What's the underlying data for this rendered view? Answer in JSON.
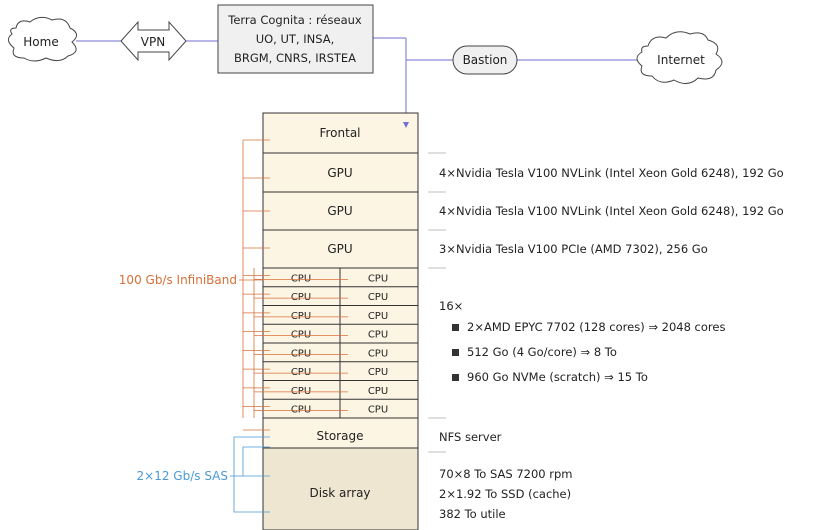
{
  "network": {
    "home": "Home",
    "vpn": "VPN",
    "terra_line1": "Terra Cognita : réseaux",
    "terra_line2": "UO, UT, INSA,",
    "terra_line3": "BRGM, CNRS, IRSTEA",
    "bastion": "Bastion",
    "internet": "Internet"
  },
  "rack": {
    "frontal": "Frontal",
    "gpu_label": "GPU",
    "cpu_label": "CPU",
    "cpu_rows": 8,
    "storage": "Storage",
    "disk_array": "Disk array"
  },
  "links": {
    "infiniband": "100 Gb/s InfiniBand",
    "sas": "2×12 Gb/s SAS"
  },
  "specs": {
    "gpu1": "4×Nvidia Tesla V100 NVLink (Intel Xeon Gold 6248), 192 Go",
    "gpu2": "4×Nvidia Tesla V100 NVLink (Intel Xeon Gold 6248), 192 Go",
    "gpu3": "3×Nvidia Tesla V100 PCIe (AMD 7302), 256 Go",
    "cpu_count": "16×",
    "cpu_items": [
      "2×AMD EPYC 7702 (128 cores) ⇒ 2048 cores",
      "512 Go (4 Go/core) ⇒ 8 To",
      "960 Go NVMe (scratch) ⇒ 15 To"
    ],
    "storage": "NFS server",
    "disk_lines": [
      "70×8 To SAS 7200 rpm",
      "2×1.92 To SSD (cache)",
      "382 To utile"
    ]
  },
  "colors": {
    "rack_fill": "#fdf5e4",
    "disk_fill": "#efe6d2",
    "network_line": "#6f6fd6",
    "infiniband": "#d8703a",
    "sas": "#4a9ad6",
    "outline": "#333333"
  }
}
